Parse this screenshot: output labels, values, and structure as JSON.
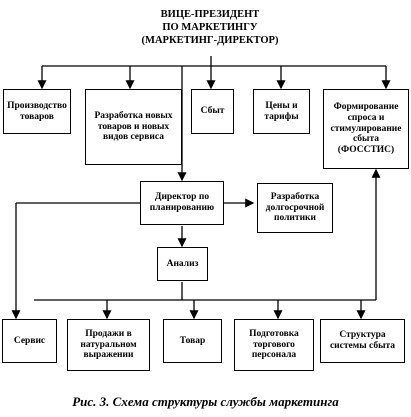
{
  "title": {
    "line1": "ВИЦЕ-ПРЕЗИДЕНТ",
    "line2": "ПО МАРКЕТИНГУ",
    "line3": "(МАРКЕТИНГ-ДИРЕКТОР)"
  },
  "boxes": {
    "production": "Производство товаров",
    "new_products": "Разработка новых товаров и новых видов сервиса",
    "sales": "Сбыт",
    "prices": "Цены и тарифы",
    "fossis": "Формирование спроса и стимулирование сбыта (ФОССТИС)",
    "planning_director": "Директор по планированию",
    "long_term_policy": "Разработка долгосрочной политики",
    "analysis": "Анализ",
    "service": "Сервис",
    "sales_in_units": "Продажи в натуральном выражении",
    "product": "Товар",
    "personnel_training": "Подготовка торгового персонала",
    "sales_structure": "Структура системы сбыта"
  },
  "caption": "Рис. 3. Схема структуры службы маркетинга"
}
